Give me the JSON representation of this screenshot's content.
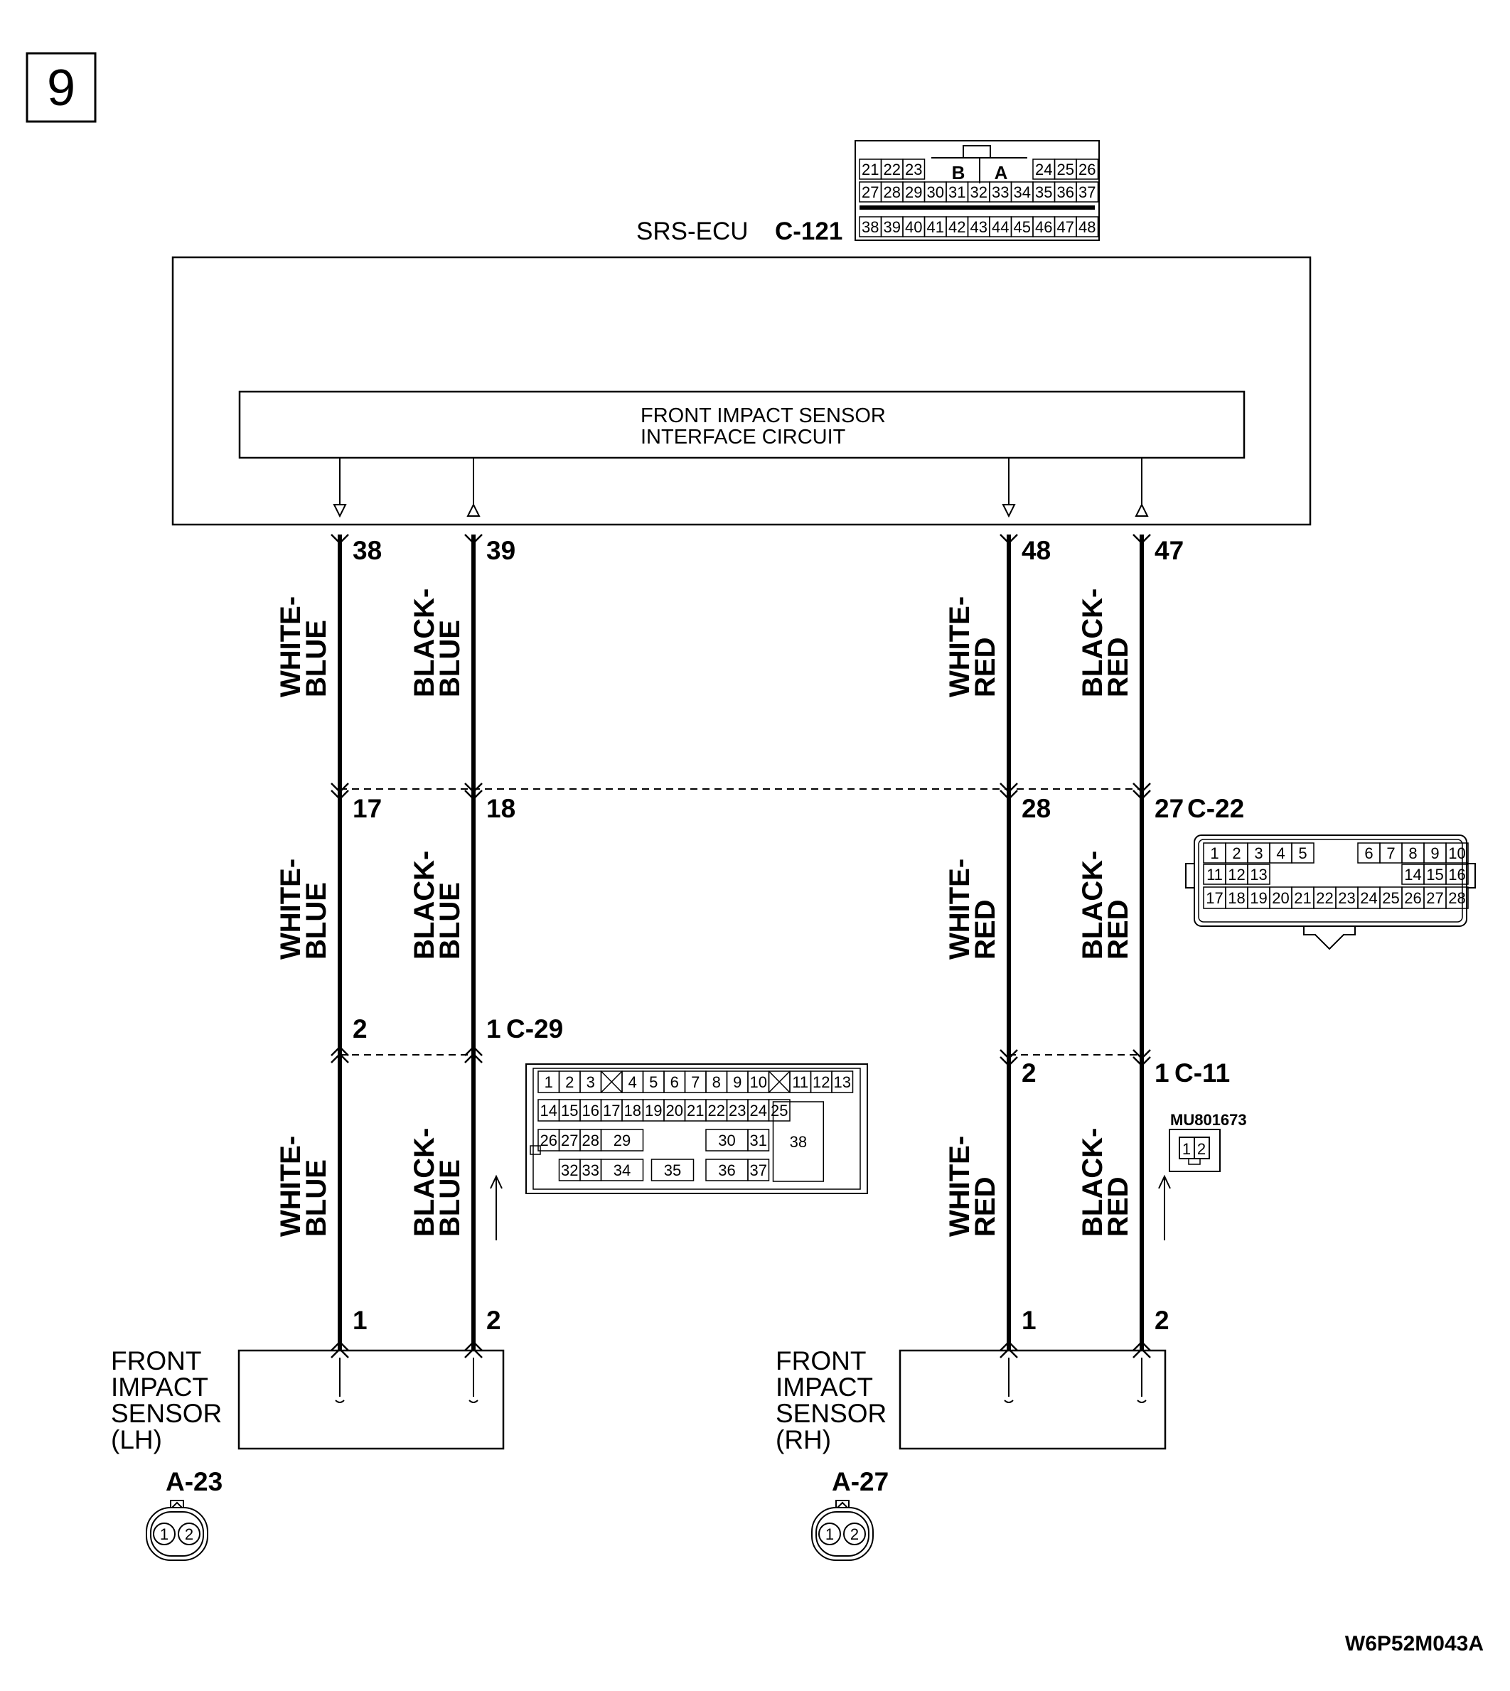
{
  "page_number": "9",
  "figure_code": "W6P52M043A",
  "ecu": {
    "name": "SRS-ECU",
    "connector": "C-121",
    "circuit_line1": "FRONT IMPACT SENSOR",
    "circuit_line2": "INTERFACE CIRCUIT"
  },
  "wires": [
    {
      "ecu_pin": "38",
      "mid_pin": "17",
      "low_pin": "2",
      "sensor_pin": "1",
      "color1": "WHITE-",
      "color2": "BLUE"
    },
    {
      "ecu_pin": "39",
      "mid_pin": "18",
      "low_pin": "1",
      "sensor_pin": "2",
      "color1": "BLACK-",
      "color2": "BLUE"
    },
    {
      "ecu_pin": "48",
      "mid_pin": "28",
      "low_pin": "2",
      "sensor_pin": "1",
      "color1": "WHITE-",
      "color2": "RED"
    },
    {
      "ecu_pin": "47",
      "mid_pin": "27",
      "low_pin": "1",
      "sensor_pin": "2",
      "color1": "BLACK-",
      "color2": "RED"
    }
  ],
  "connectors": {
    "c22": "C-22",
    "c29": "C-29",
    "c11": "C-11",
    "c11_part": "MU801673",
    "c121_block_a": "A",
    "c121_block_b": "B"
  },
  "sensors": [
    {
      "line1": "FRONT",
      "line2": "IMPACT",
      "line3": "SENSOR",
      "line4": "(LH)",
      "connector": "A-23"
    },
    {
      "line1": "FRONT",
      "line2": "IMPACT",
      "line3": "SENSOR",
      "line4": "(RH)",
      "connector": "A-27"
    }
  ],
  "c121_rows": [
    [
      "21",
      "22",
      "23",
      "24",
      "25",
      "26"
    ],
    [
      "27",
      "28",
      "29",
      "30",
      "31",
      "32",
      "33",
      "34",
      "35",
      "36",
      "37"
    ],
    [
      "38",
      "39",
      "40",
      "41",
      "42",
      "43",
      "44",
      "45",
      "46",
      "47",
      "48"
    ]
  ],
  "c22_rows": [
    [
      "1",
      "2",
      "3",
      "4",
      "5",
      "6",
      "7",
      "8",
      "9",
      "10"
    ],
    [
      "11",
      "12",
      "13",
      "14",
      "15",
      "16"
    ],
    [
      "17",
      "18",
      "19",
      "20",
      "21",
      "22",
      "23",
      "24",
      "25",
      "26",
      "27",
      "28"
    ]
  ],
  "c29_cells": {
    "row1": [
      "1",
      "2",
      "3",
      "4",
      "5",
      "6",
      "7",
      "8",
      "9",
      "10",
      "11",
      "12",
      "13"
    ],
    "row2": [
      "14",
      "15",
      "16",
      "17",
      "18",
      "19",
      "20",
      "21",
      "22",
      "23",
      "24",
      "25"
    ],
    "row3": [
      "26",
      "27",
      "28",
      "29",
      "30",
      "31"
    ],
    "row4": [
      "32",
      "33",
      "34",
      "35",
      "36",
      "37"
    ],
    "big": "38"
  },
  "c11_cells": [
    "1",
    "2"
  ],
  "sensor_conn_cells": [
    "1",
    "2"
  ]
}
